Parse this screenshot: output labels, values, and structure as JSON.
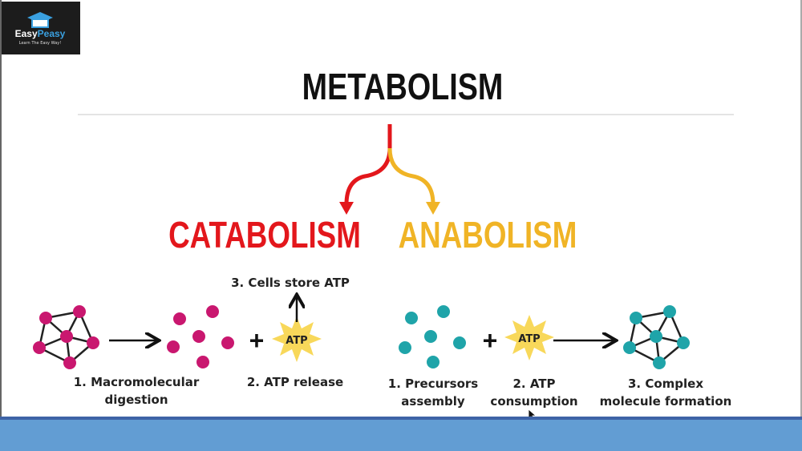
{
  "logo": {
    "text_main": "EasyPeasy",
    "text_part1": "Easy",
    "text_part2": "Peasy",
    "tagline": "Learn The Easy Way!"
  },
  "title": "METABOLISM",
  "branches": {
    "left": "CATABOLISM",
    "right": "ANABOLISM"
  },
  "catabolism": {
    "step1_line1": "1. Macromolecular",
    "step1_line2": "digestion",
    "step2": "2. ATP release",
    "step3": "3. Cells store ATP",
    "atp_label": "ATP",
    "plus": "+"
  },
  "anabolism": {
    "step1_line1": "1. Precursors",
    "step1_line2": "assembly",
    "step2_line1": "2. ATP",
    "step2_line2": "consumption",
    "step3_line1": "3. Complex",
    "step3_line2": "molecule formation",
    "atp_label": "ATP",
    "plus": "+"
  },
  "colors": {
    "catabolism": "#e3171c",
    "anabolism": "#f0b426",
    "magenta": "#c9176f",
    "teal": "#1fa4a9",
    "band": "#629dd3",
    "band_edge": "#3e63a6"
  }
}
